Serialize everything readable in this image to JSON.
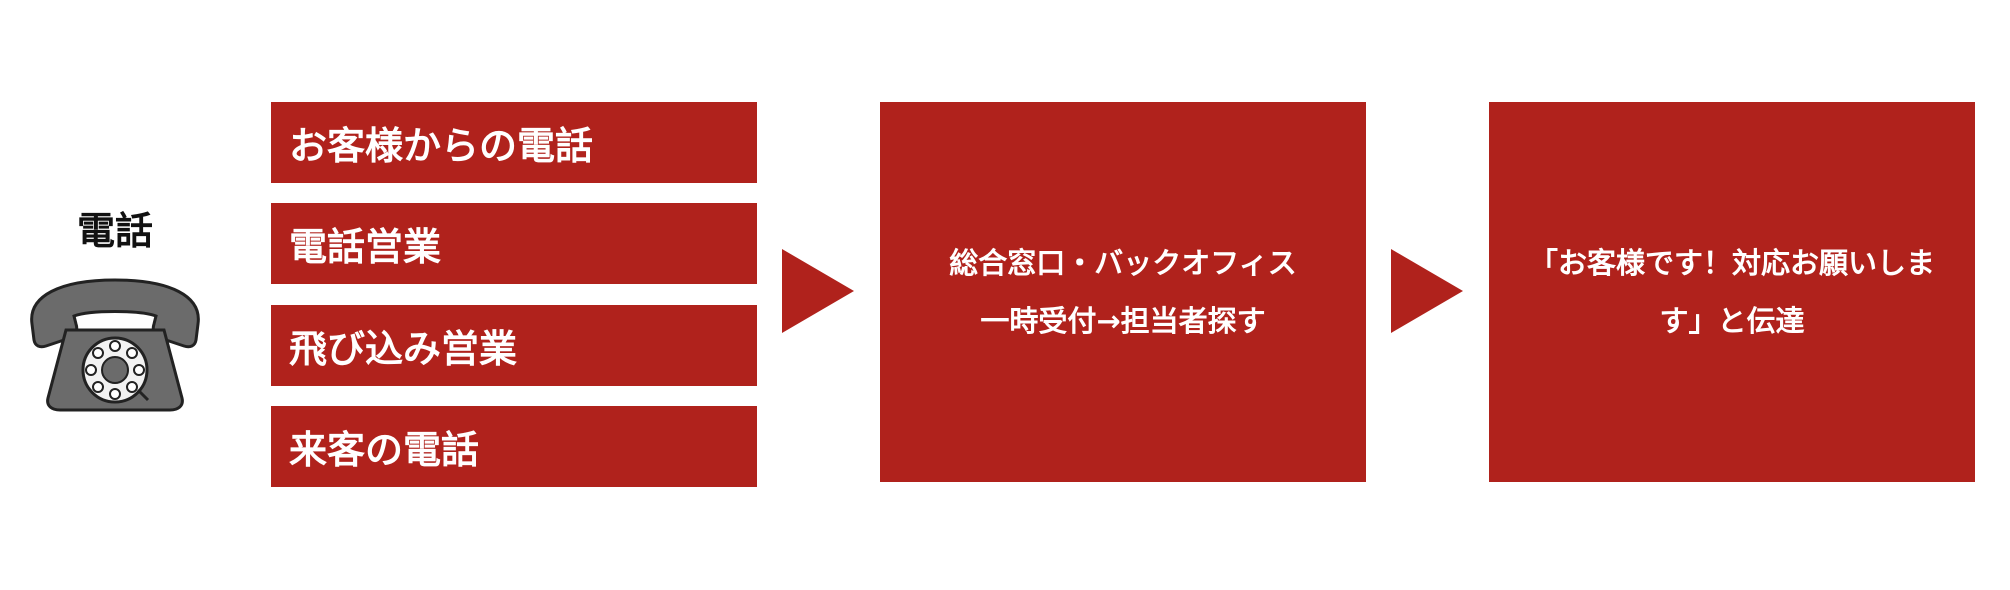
{
  "phone": {
    "label": "電話",
    "icon": "rotary-telephone-icon"
  },
  "sources": [
    {
      "label": "お客様からの電話"
    },
    {
      "label": "電話営業"
    },
    {
      "label": "飛び込み営業"
    },
    {
      "label": "来客の電話"
    }
  ],
  "steps": [
    {
      "lines": [
        "総合窓口・バックオフィス",
        "一時受付→担当者探す"
      ]
    },
    {
      "lines": [
        "「お客様です！対応お願いしま",
        "す」と伝達"
      ]
    }
  ],
  "colors": {
    "accent": "#b0221c",
    "text_on_accent": "#ffffff",
    "phone_body": "#666666"
  }
}
